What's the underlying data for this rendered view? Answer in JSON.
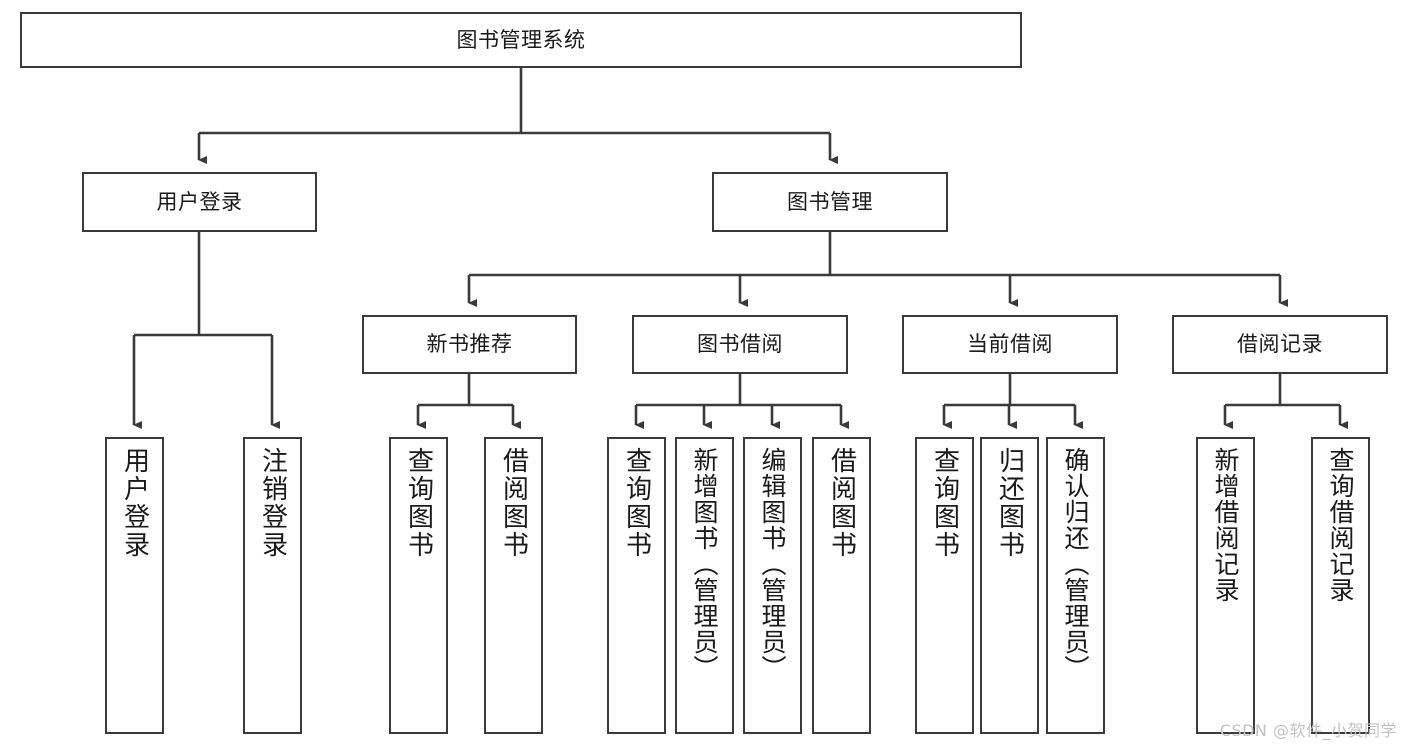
{
  "diagram": {
    "title": "图书管理系统",
    "type": "tree-hierarchy-chart",
    "colors": {
      "node_border": "#3a3a3a",
      "node_fill": "#ffffff",
      "edge": "#3a3a3a",
      "background": "#ffffff",
      "watermark": "#c2c2c2"
    },
    "watermark": "CSDN @软件_小贺同学",
    "levels": {
      "root": {
        "id": "root",
        "label": "图书管理系统",
        "orientation": "horizontal"
      },
      "level1": [
        {
          "id": "user-login",
          "label": "用户登录",
          "orientation": "horizontal"
        },
        {
          "id": "book-management",
          "label": "图书管理",
          "orientation": "horizontal"
        }
      ],
      "level2": [
        {
          "id": "new-book-recommend",
          "label": "新书推荐",
          "orientation": "horizontal",
          "parent": "book-management"
        },
        {
          "id": "book-borrow",
          "label": "图书借阅",
          "orientation": "horizontal",
          "parent": "book-management"
        },
        {
          "id": "current-borrow",
          "label": "当前借阅",
          "orientation": "horizontal",
          "parent": "book-management"
        },
        {
          "id": "borrow-record",
          "label": "借阅记录",
          "orientation": "horizontal",
          "parent": "book-management"
        }
      ],
      "leaves": [
        {
          "id": "leaf-user-login",
          "label": "用户登录",
          "orientation": "vertical",
          "parent": "user-login"
        },
        {
          "id": "leaf-user-logout",
          "label": "注销登录",
          "orientation": "vertical",
          "parent": "user-login"
        },
        {
          "id": "leaf-query-book-1",
          "label": "查询图书",
          "orientation": "vertical",
          "parent": "new-book-recommend"
        },
        {
          "id": "leaf-borrow-book-1",
          "label": "借阅图书",
          "orientation": "vertical",
          "parent": "new-book-recommend"
        },
        {
          "id": "leaf-query-book-2",
          "label": "查询图书",
          "orientation": "vertical",
          "parent": "book-borrow"
        },
        {
          "id": "leaf-add-book",
          "label": "新增图书（管理员）",
          "orientation": "vertical",
          "parent": "book-borrow"
        },
        {
          "id": "leaf-edit-book",
          "label": "编辑图书（管理员）",
          "orientation": "vertical",
          "parent": "book-borrow"
        },
        {
          "id": "leaf-borrow-book-2",
          "label": "借阅图书",
          "orientation": "vertical",
          "parent": "book-borrow"
        },
        {
          "id": "leaf-query-book-3",
          "label": "查询图书",
          "orientation": "vertical",
          "parent": "current-borrow"
        },
        {
          "id": "leaf-return-book",
          "label": "归还图书",
          "orientation": "vertical",
          "parent": "current-borrow"
        },
        {
          "id": "leaf-confirm-return",
          "label": "确认归还（管理员）",
          "orientation": "vertical",
          "parent": "current-borrow"
        },
        {
          "id": "leaf-add-record",
          "label": "新增借阅记录",
          "orientation": "vertical",
          "parent": "borrow-record"
        },
        {
          "id": "leaf-query-record",
          "label": "查询借阅记录",
          "orientation": "vertical",
          "parent": "borrow-record"
        }
      ]
    }
  },
  "chart_data": {
    "type": "table",
    "title": "图书管理系统 功能结构图",
    "nodes": [
      "图书管理系统",
      "用户登录",
      "图书管理",
      "新书推荐",
      "图书借阅",
      "当前借阅",
      "借阅记录",
      "用户登录",
      "注销登录",
      "查询图书",
      "借阅图书",
      "查询图书",
      "新增图书（管理员）",
      "编辑图书（管理员）",
      "借阅图书",
      "查询图书",
      "归还图书",
      "确认归还（管理员）",
      "新增借阅记录",
      "查询借阅记录"
    ],
    "edges": [
      [
        "图书管理系统",
        "用户登录"
      ],
      [
        "图书管理系统",
        "图书管理"
      ],
      [
        "用户登录",
        "用户登录"
      ],
      [
        "用户登录",
        "注销登录"
      ],
      [
        "图书管理",
        "新书推荐"
      ],
      [
        "图书管理",
        "图书借阅"
      ],
      [
        "图书管理",
        "当前借阅"
      ],
      [
        "图书管理",
        "借阅记录"
      ],
      [
        "新书推荐",
        "查询图书"
      ],
      [
        "新书推荐",
        "借阅图书"
      ],
      [
        "图书借阅",
        "查询图书"
      ],
      [
        "图书借阅",
        "新增图书（管理员）"
      ],
      [
        "图书借阅",
        "编辑图书（管理员）"
      ],
      [
        "图书借阅",
        "借阅图书"
      ],
      [
        "当前借阅",
        "查询图书"
      ],
      [
        "当前借阅",
        "归还图书"
      ],
      [
        "当前借阅",
        "确认归还（管理员）"
      ],
      [
        "借阅记录",
        "新增借阅记录"
      ],
      [
        "借阅记录",
        "查询借阅记录"
      ]
    ]
  }
}
